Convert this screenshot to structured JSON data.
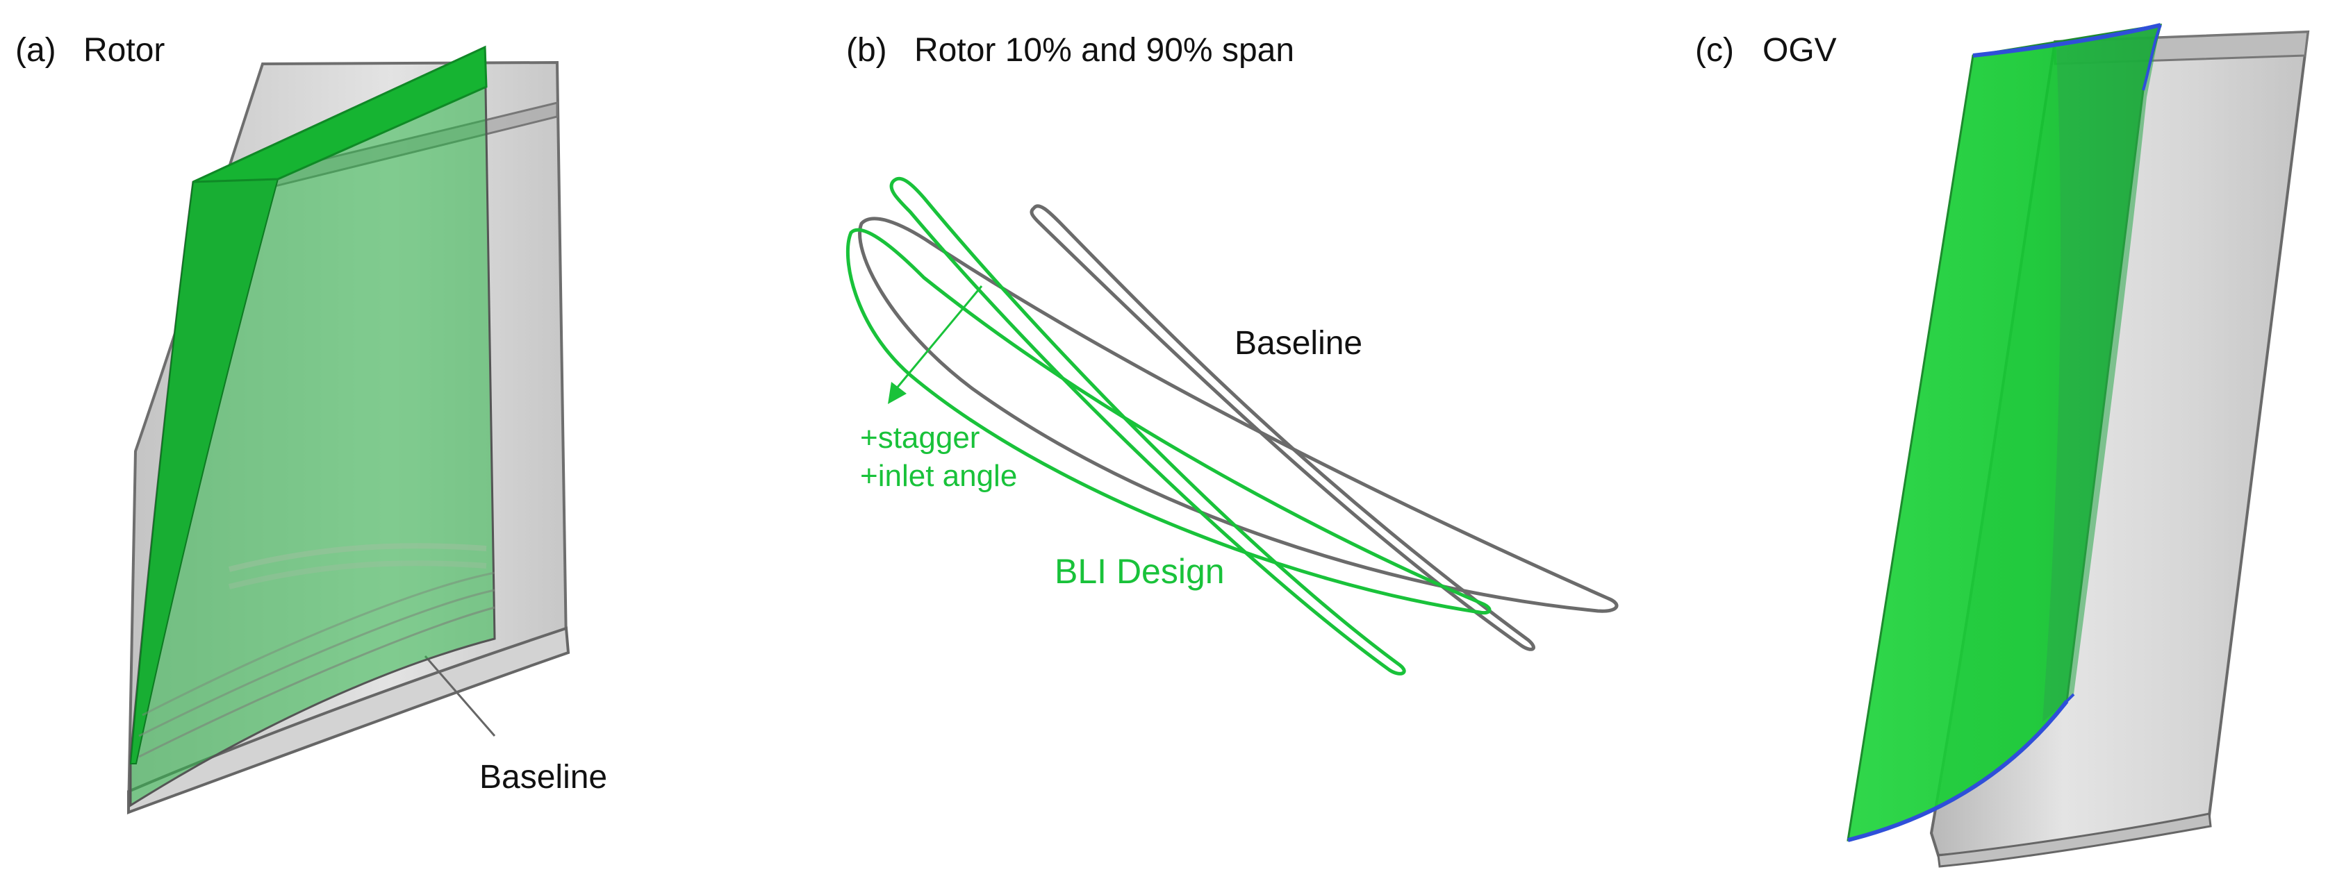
{
  "panels": [
    {
      "id": "a",
      "tag": "(a)",
      "title": "Rotor",
      "annotations": [
        "Baseline"
      ]
    },
    {
      "id": "b",
      "tag": "(b)",
      "title": "Rotor 10% and 90% span",
      "annotations": [
        "Baseline",
        "+stagger",
        "+inlet angle",
        "BLI Design"
      ]
    },
    {
      "id": "c",
      "tag": "(c)",
      "title": "OGV",
      "annotations": []
    }
  ],
  "colors": {
    "bli_design": "#19c23a",
    "bli_design_fill": "#2fb84a",
    "baseline_fill": "#c9c9c9",
    "baseline_edge": "#6e6e6e",
    "ogv_edge": "#2f4fd9",
    "text": "#111111"
  }
}
